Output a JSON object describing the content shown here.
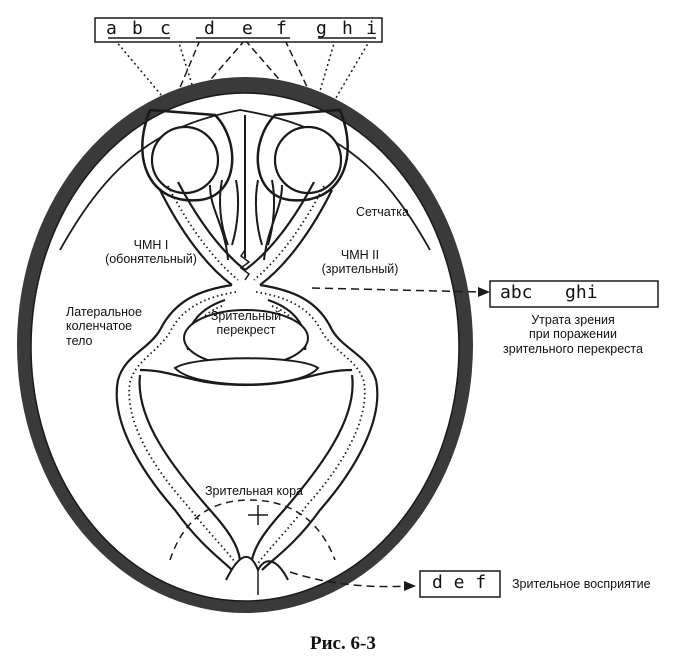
{
  "visual_field": {
    "letters": [
      "a",
      "b",
      "c",
      "d",
      "e",
      "f",
      "g",
      "h",
      "i"
    ]
  },
  "result_boxes": {
    "chiasm_lesion": {
      "letters": "abc   ghi"
    },
    "cortex": {
      "letters": "d e f"
    }
  },
  "labels": {
    "retina": "Сетчатка",
    "cn1": [
      "ЧМН I",
      "(обонятельный)"
    ],
    "cn2": [
      "ЧМН II",
      "(зрительный)"
    ],
    "chiasm": [
      "Зрительный",
      "перекрест"
    ],
    "lgn": [
      "Латеральное",
      "коленчатое",
      "тело"
    ],
    "cortex": "Зрительная кора",
    "chiasm_lesion_note": [
      "Утрата зрения",
      "при поражении",
      "зрительного перекреста"
    ],
    "perception": "Зрительное восприятие"
  },
  "caption": "Рис. 6-3",
  "colors": {
    "skull": "#3a3a3a",
    "ink": "#1a1a1a",
    "paper": "#ffffff"
  }
}
